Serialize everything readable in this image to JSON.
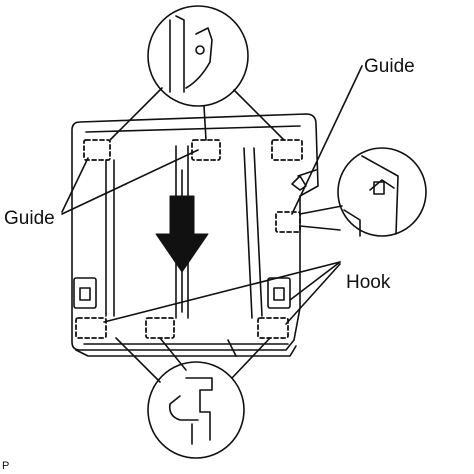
{
  "labels": {
    "guide_top": "Guide",
    "guide_left": "Guide",
    "hook": "Hook",
    "figure_code": "P"
  },
  "colors": {
    "line": "#111111",
    "background": "#ffffff"
  }
}
